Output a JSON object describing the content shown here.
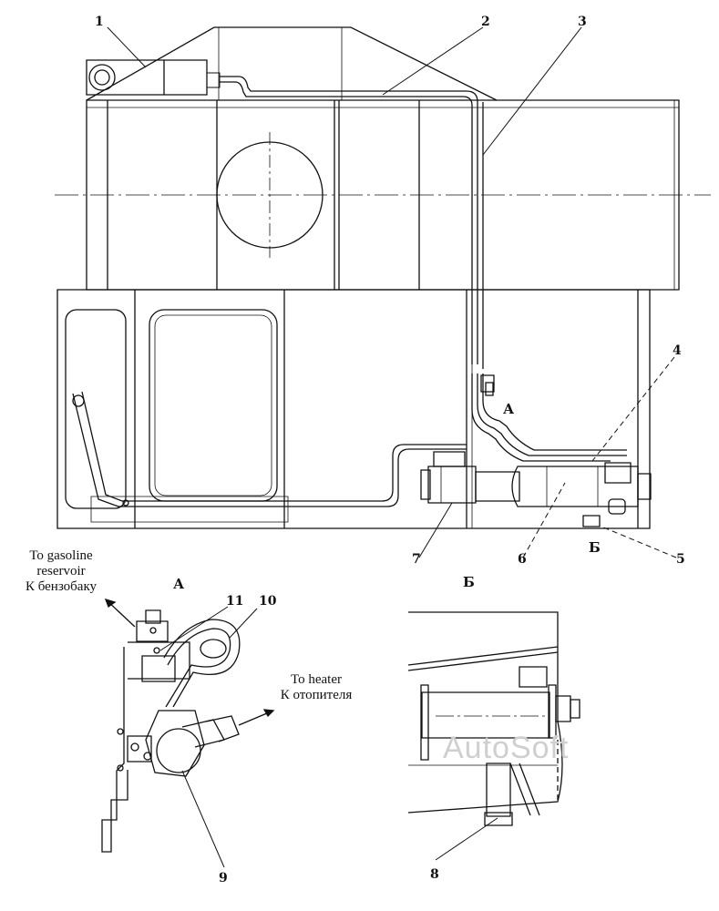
{
  "callouts": {
    "n1": "1",
    "n2": "2",
    "n3": "3",
    "n4": "4",
    "n5": "5",
    "n6": "6",
    "n7": "7",
    "n8": "8",
    "n9": "9",
    "n10": "10",
    "n11": "11"
  },
  "views": {
    "a_inline": "А",
    "a_title": "А",
    "b_inline": "Б",
    "b_title": "Б"
  },
  "notes": {
    "gasoline_en_1": "To gasoline",
    "gasoline_en_2": "reservoir",
    "gasoline_ru": "К бензобаку",
    "heater_en": "To heater",
    "heater_ru": "К отопителя"
  },
  "watermark": "AutoSoft"
}
